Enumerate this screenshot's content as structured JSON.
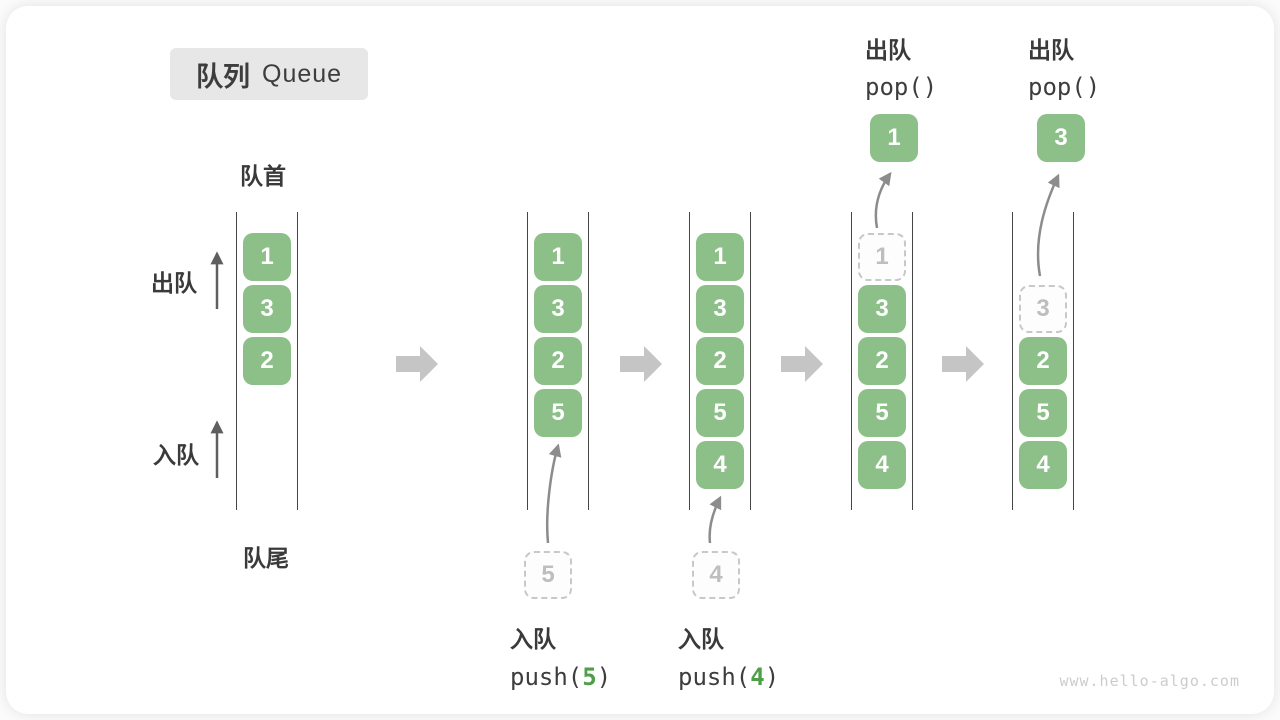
{
  "title": {
    "zh": "队列",
    "en": "Queue"
  },
  "labels": {
    "front": "队首",
    "rear": "队尾",
    "dequeue": "出队",
    "enqueue": "入队"
  },
  "queues": {
    "q1": {
      "cells": [
        "1",
        "3",
        "2"
      ]
    },
    "q2": {
      "cells": [
        "1",
        "3",
        "2",
        "5"
      ],
      "incoming": "5"
    },
    "q3": {
      "cells": [
        "1",
        "3",
        "2",
        "5",
        "4"
      ],
      "incoming": "4"
    },
    "q4": {
      "ghost": "1",
      "cells": [
        "3",
        "2",
        "5",
        "4"
      ],
      "popped": "1",
      "op_zh": "出队",
      "op_code": "pop()"
    },
    "q5": {
      "ghost": "3",
      "cells": [
        "2",
        "5",
        "4"
      ],
      "popped": "3",
      "op_zh": "出队",
      "op_code": "pop()"
    }
  },
  "captions": {
    "push5": {
      "zh": "入队",
      "fn_open": "push(",
      "arg": "5",
      "fn_close": ")"
    },
    "push4": {
      "zh": "入队",
      "fn_open": "push(",
      "arg": "4",
      "fn_close": ")"
    }
  },
  "footer": {
    "watermark": "www.hello-algo.com"
  },
  "colors": {
    "cell_green": "#8dbf89",
    "code_number_green": "#4f9e48",
    "flow_arrow_gray": "#c5c5c5",
    "ghost_gray": "#c8c8c8",
    "wall_dark": "#454545",
    "title_box_bg": "#e7e7e7"
  }
}
